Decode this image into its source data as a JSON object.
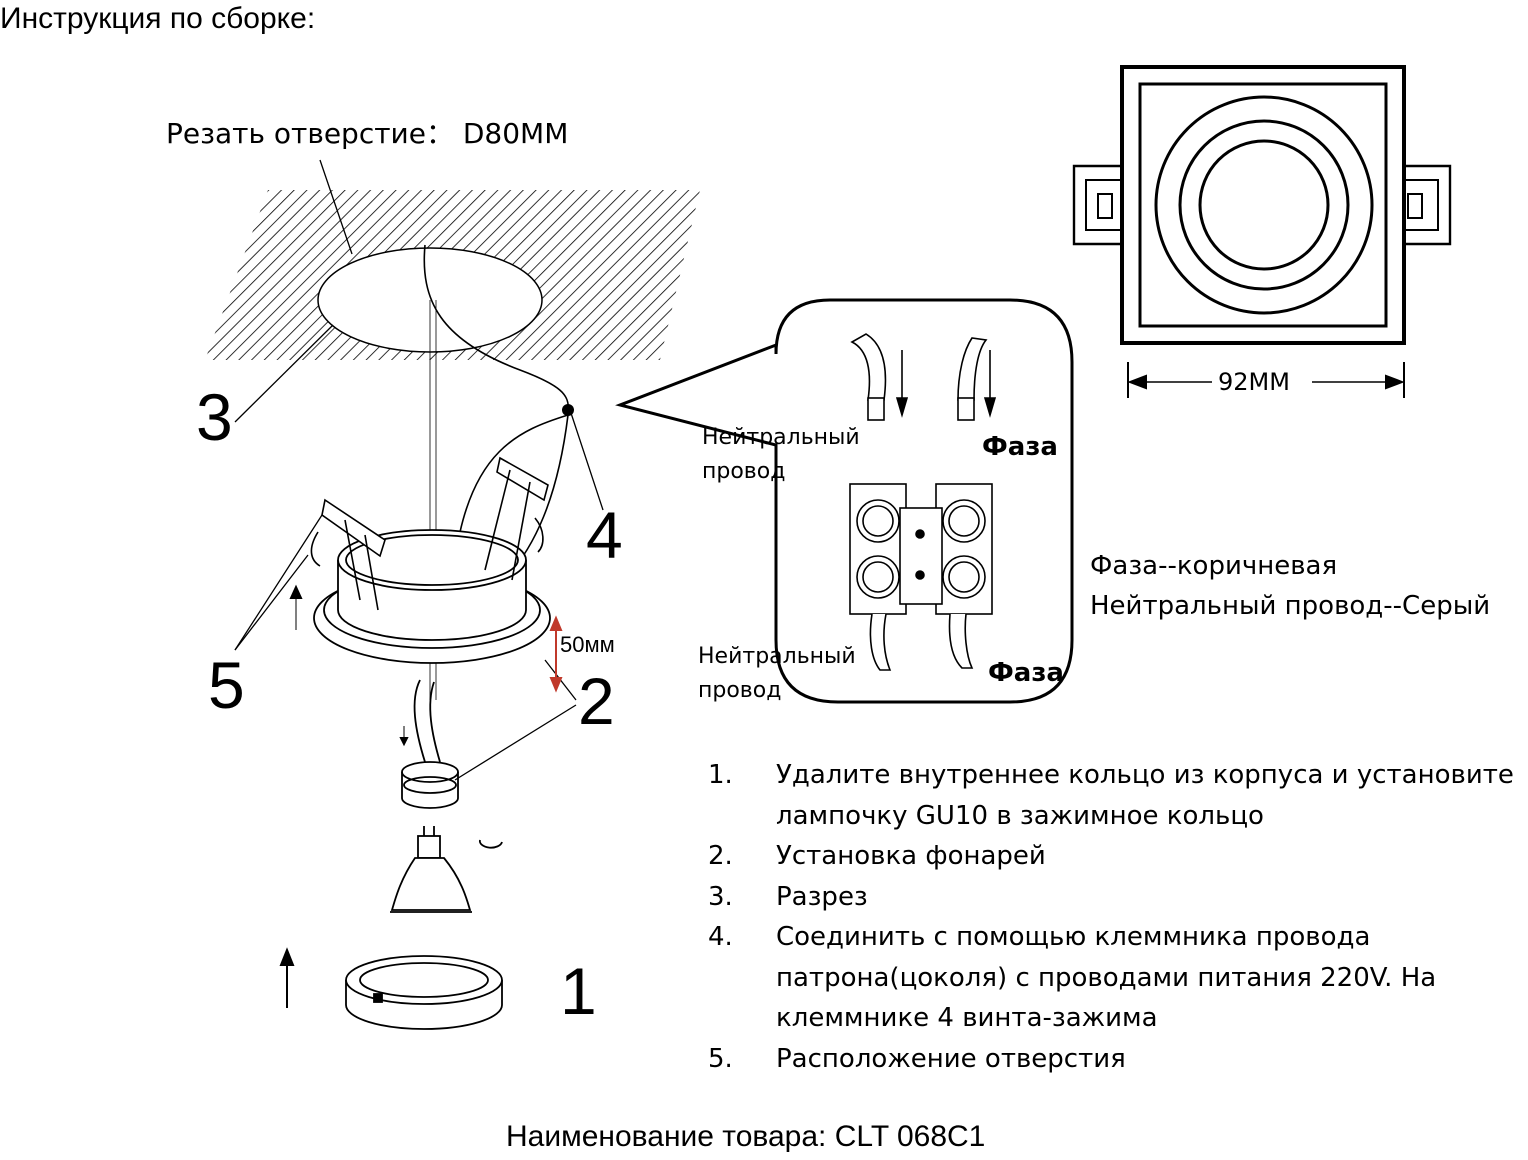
{
  "title": "Инструкция по сборке:",
  "cut_hole_label": "Резать отверстие： D80MM",
  "diagram_numbers": [
    "1",
    "2",
    "3",
    "4",
    "5"
  ],
  "height_label": "50мм",
  "dimension_label": "92MM",
  "wiring": {
    "neutral_top": [
      "Нейтральный",
      "провод"
    ],
    "phase_top": "Фаза",
    "neutral_bottom": [
      "Нейтральный",
      "провод"
    ],
    "phase_bottom": "Фаза"
  },
  "legend": {
    "phase": "Фаза--коричневая",
    "neutral": "Нейтральный  провод--Серый"
  },
  "steps": [
    {
      "num": "1.",
      "text": "Удалите внутреннее кольцо из корпуса и установите лампочку GU10 в зажимное кольцо"
    },
    {
      "num": "2.",
      "text": "Установка фонарей"
    },
    {
      "num": "3.",
      "text": "Разрез"
    },
    {
      "num": "4.",
      "text": "Соединить с помощью клеммника провода патрона(цоколя) с проводами питания 220V. На клеммнике 4 винта-зажима"
    },
    {
      "num": "5.",
      "text": "Расположение отверстия"
    }
  ],
  "product": "Наименование товара: CLT 068C1",
  "colors": {
    "ink": "#000000",
    "dimension_arrow": "#c0392b"
  }
}
